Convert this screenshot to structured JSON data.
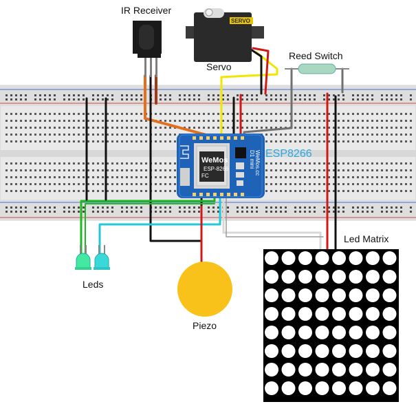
{
  "labels": {
    "ir_receiver": "IR Receiver",
    "servo": "Servo",
    "reed_switch": "Reed Switch",
    "esp8266": "ESP8266",
    "led_matrix": "Led Matrix",
    "leds": "Leds",
    "piezo": "Piezo"
  },
  "servo_body_text": "SERVO",
  "board_text": {
    "logo": "WeMos",
    "model": "ESP-8266",
    "fc": "FC",
    "side_a": "D1 mini",
    "side_b": "WeMos.cc"
  },
  "colors": {
    "wire_orange": "#e07020",
    "wire_yellow": "#f2e600",
    "wire_red": "#d01818",
    "wire_black": "#111111",
    "wire_gray": "#707070",
    "wire_green": "#1fb81f",
    "wire_cyan": "#20c8d8",
    "wire_white": "#e8e8e8",
    "board_blue": "#1e63b8",
    "piezo_yellow": "#f8c21a",
    "led_green": "#44e8a0",
    "led_cyan": "#3ad8d8",
    "matrix_dot": "#ffffff",
    "matrix_bg": "#000000"
  },
  "led_matrix_grid": {
    "rows": 8,
    "cols": 8
  }
}
